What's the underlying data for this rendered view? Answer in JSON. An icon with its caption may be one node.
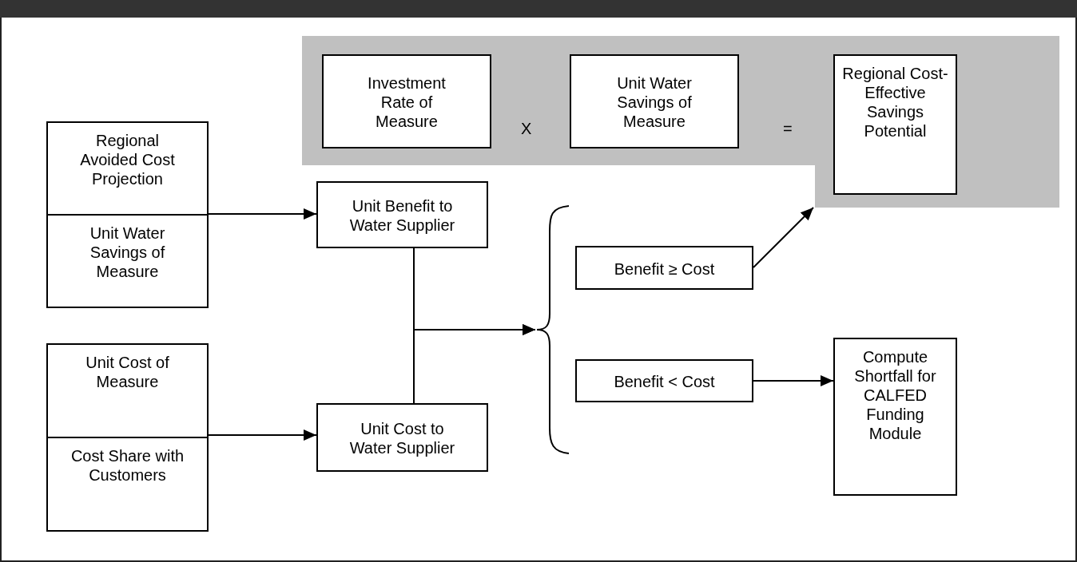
{
  "diagram": {
    "nodes": [
      {
        "text": [],
        "shape": "band"
      },
      {
        "text": [
          "Investment Rate of Measure"
        ],
        "in": 0
      },
      {
        "text": [
          "Unit Water Savings of Measure"
        ],
        "in": 0
      },
      {
        "text": [
          "Regional Cost-Effective Savings Potential"
        ],
        "in": 0
      },
      {
        "text": [
          "Regional Avoided Cost Projection",
          "Unit Water Savings of Measure"
        ]
      },
      {
        "text": [
          "Unit Benefit to Water Supplier"
        ]
      },
      {
        "text": [
          "Unit Cost of Measure",
          "Cost Share with Customers"
        ]
      },
      {
        "text": [
          "Unit Cost to Water Supplier"
        ]
      },
      {
        "text": [],
        "shape": "brace"
      },
      {
        "text": [
          "Benefit ≥ Cost"
        ]
      },
      {
        "text": [
          "Benefit < Cost"
        ]
      },
      {
        "text": [
          "Compute Shortfall for CALFED Funding Module"
        ]
      }
    ],
    "edges": [
      {
        "from": 4,
        "to": 5,
        "arrow": "to"
      },
      {
        "from": 6,
        "to": 7,
        "arrow": "to"
      },
      {
        "from": 5,
        "to": 8,
        "arrow": "to"
      },
      {
        "from": 7,
        "to": 8,
        "arrow": "to"
      },
      {
        "from": 9,
        "to": 0,
        "arrow": "to"
      },
      {
        "from": 10,
        "to": 11,
        "arrow": "to"
      }
    ],
    "labels": [
      "X",
      "="
    ]
  }
}
